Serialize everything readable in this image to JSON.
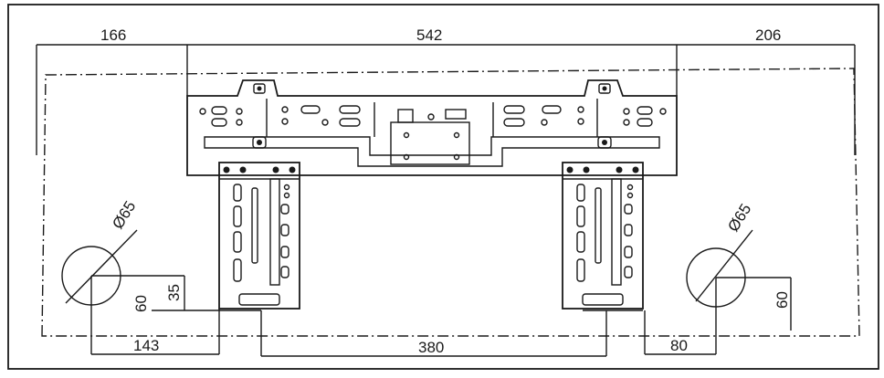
{
  "dimensions": {
    "left_offset": "166",
    "bracket_span": "542",
    "right_offset": "206",
    "left_hole_diameter": "Ø65",
    "right_hole_diameter": "Ø65",
    "left_hole_height": "60",
    "left_hole_small_height": "35",
    "right_hole_height": "60",
    "left_hole_horizontal": "143",
    "between_arms": "380",
    "right_hole_horizontal": "80"
  },
  "colors": {
    "line": "#1a1a1a",
    "background": "#ffffff"
  }
}
